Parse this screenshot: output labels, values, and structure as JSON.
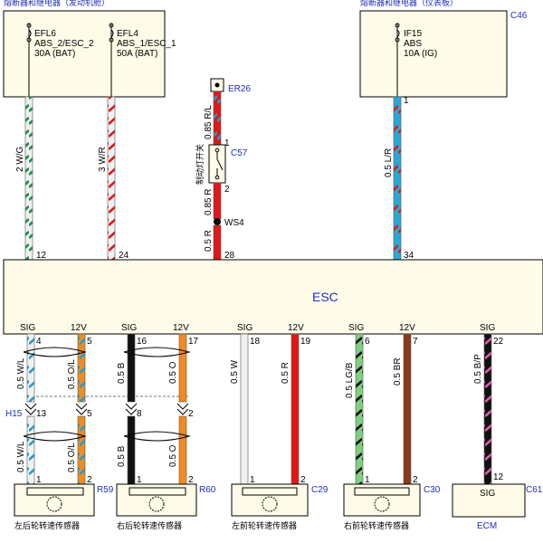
{
  "fuse_boxes": {
    "engine": {
      "title": "熔断器和继电器（发动机舱）",
      "fuses": [
        {
          "name": "EFL6",
          "desc": "ABS_2/ESC_2",
          "rating": "30A (BAT)"
        },
        {
          "name": "EFL4",
          "desc": "ABS_1/ESC_1",
          "rating": "50A (BAT)"
        }
      ]
    },
    "panel": {
      "title": "熔断器和继电器（仪表板）",
      "connector": "C46",
      "fuse": {
        "name": "IF15",
        "desc": "ABS",
        "rating": "10A (IG)"
      }
    }
  },
  "brake_switch": {
    "label": "制动灯开关",
    "ground_connector": "ER26",
    "connector": "C57",
    "splice": "WS4",
    "pin_in": "1",
    "pin_out": "2"
  },
  "upper_wires": [
    {
      "label": "2 W/G",
      "pin": "12",
      "base": "#f0f0f0",
      "stripe": "#1a8f4a"
    },
    {
      "label": "3 W/R",
      "pin": "24",
      "base": "#f0f0f0",
      "stripe": "#e01818"
    },
    {
      "label": "0.85 R/L",
      "base": "#e01818",
      "stripe": "#2a9ad0"
    },
    {
      "label": "0.85 R",
      "base": "#e01818"
    },
    {
      "label": "0.5 R",
      "pin": "28",
      "base": "#e01818"
    },
    {
      "label": "0.5 L/R",
      "pin": "34",
      "top_pin": "1",
      "base": "#29a8d8",
      "stripe": "#e01818"
    }
  ],
  "esc": {
    "label": "ESC"
  },
  "lower_groups": [
    {
      "sensor": "左后轮转速传感器",
      "connector": "R59",
      "inline_connector": "H15",
      "wires": [
        {
          "sig": "SIG",
          "esc_pin": "4",
          "label_top": "0.5 W/L",
          "mid_pin": "13",
          "label_bottom": "0.5 W/L",
          "sensor_pin": "1",
          "base": "#f0f0f0",
          "stripe": "#2a9ad0"
        },
        {
          "sig": "12V",
          "esc_pin": "5",
          "label_top": "0.5 O/L",
          "mid_pin": "5",
          "label_bottom": "0.5 O/L",
          "sensor_pin": "2",
          "base": "#f08c1e",
          "stripe": "#2a9ad0"
        }
      ]
    },
    {
      "sensor": "右后轮转速传感器",
      "connector": "R60",
      "wires": [
        {
          "sig": "SIG",
          "esc_pin": "16",
          "label_top": "0.5 B",
          "mid_pin": "8",
          "label_bottom": "0.5 B",
          "sensor_pin": "1",
          "base": "#111111"
        },
        {
          "sig": "12V",
          "esc_pin": "17",
          "label_top": "0.5 O",
          "mid_pin": "2",
          "label_bottom": "0.5 O",
          "sensor_pin": "2",
          "base": "#f08c1e"
        }
      ]
    },
    {
      "sensor": "左前轮转速传感器",
      "connector": "C29",
      "wires": [
        {
          "sig": "SIG",
          "esc_pin": "18",
          "label_top": "0.5 W",
          "sensor_pin": "1",
          "base": "#f0f0f0"
        },
        {
          "sig": "12V",
          "esc_pin": "19",
          "label_top": "0.5 R",
          "sensor_pin": "2",
          "base": "#e01818"
        }
      ]
    },
    {
      "sensor": "右前轮转速传感器",
      "connector": "C30",
      "wires": [
        {
          "sig": "SIG",
          "esc_pin": "6",
          "label_top": "0.5  LG/B",
          "sensor_pin": "1",
          "base": "#7fcf7f",
          "stripe": "#111111"
        },
        {
          "sig": "12V",
          "esc_pin": "7",
          "label_top": "0.5 BR",
          "sensor_pin": "2",
          "base": "#8b3a1a"
        }
      ]
    }
  ],
  "ecm": {
    "label": "ECM",
    "connector": "C61",
    "sig": "SIG",
    "wire": {
      "sig": "SIG",
      "esc_pin": "22",
      "label": "0.5 B/P",
      "ecm_pin": "12",
      "base": "#111111",
      "stripe": "#e05aa8"
    }
  }
}
